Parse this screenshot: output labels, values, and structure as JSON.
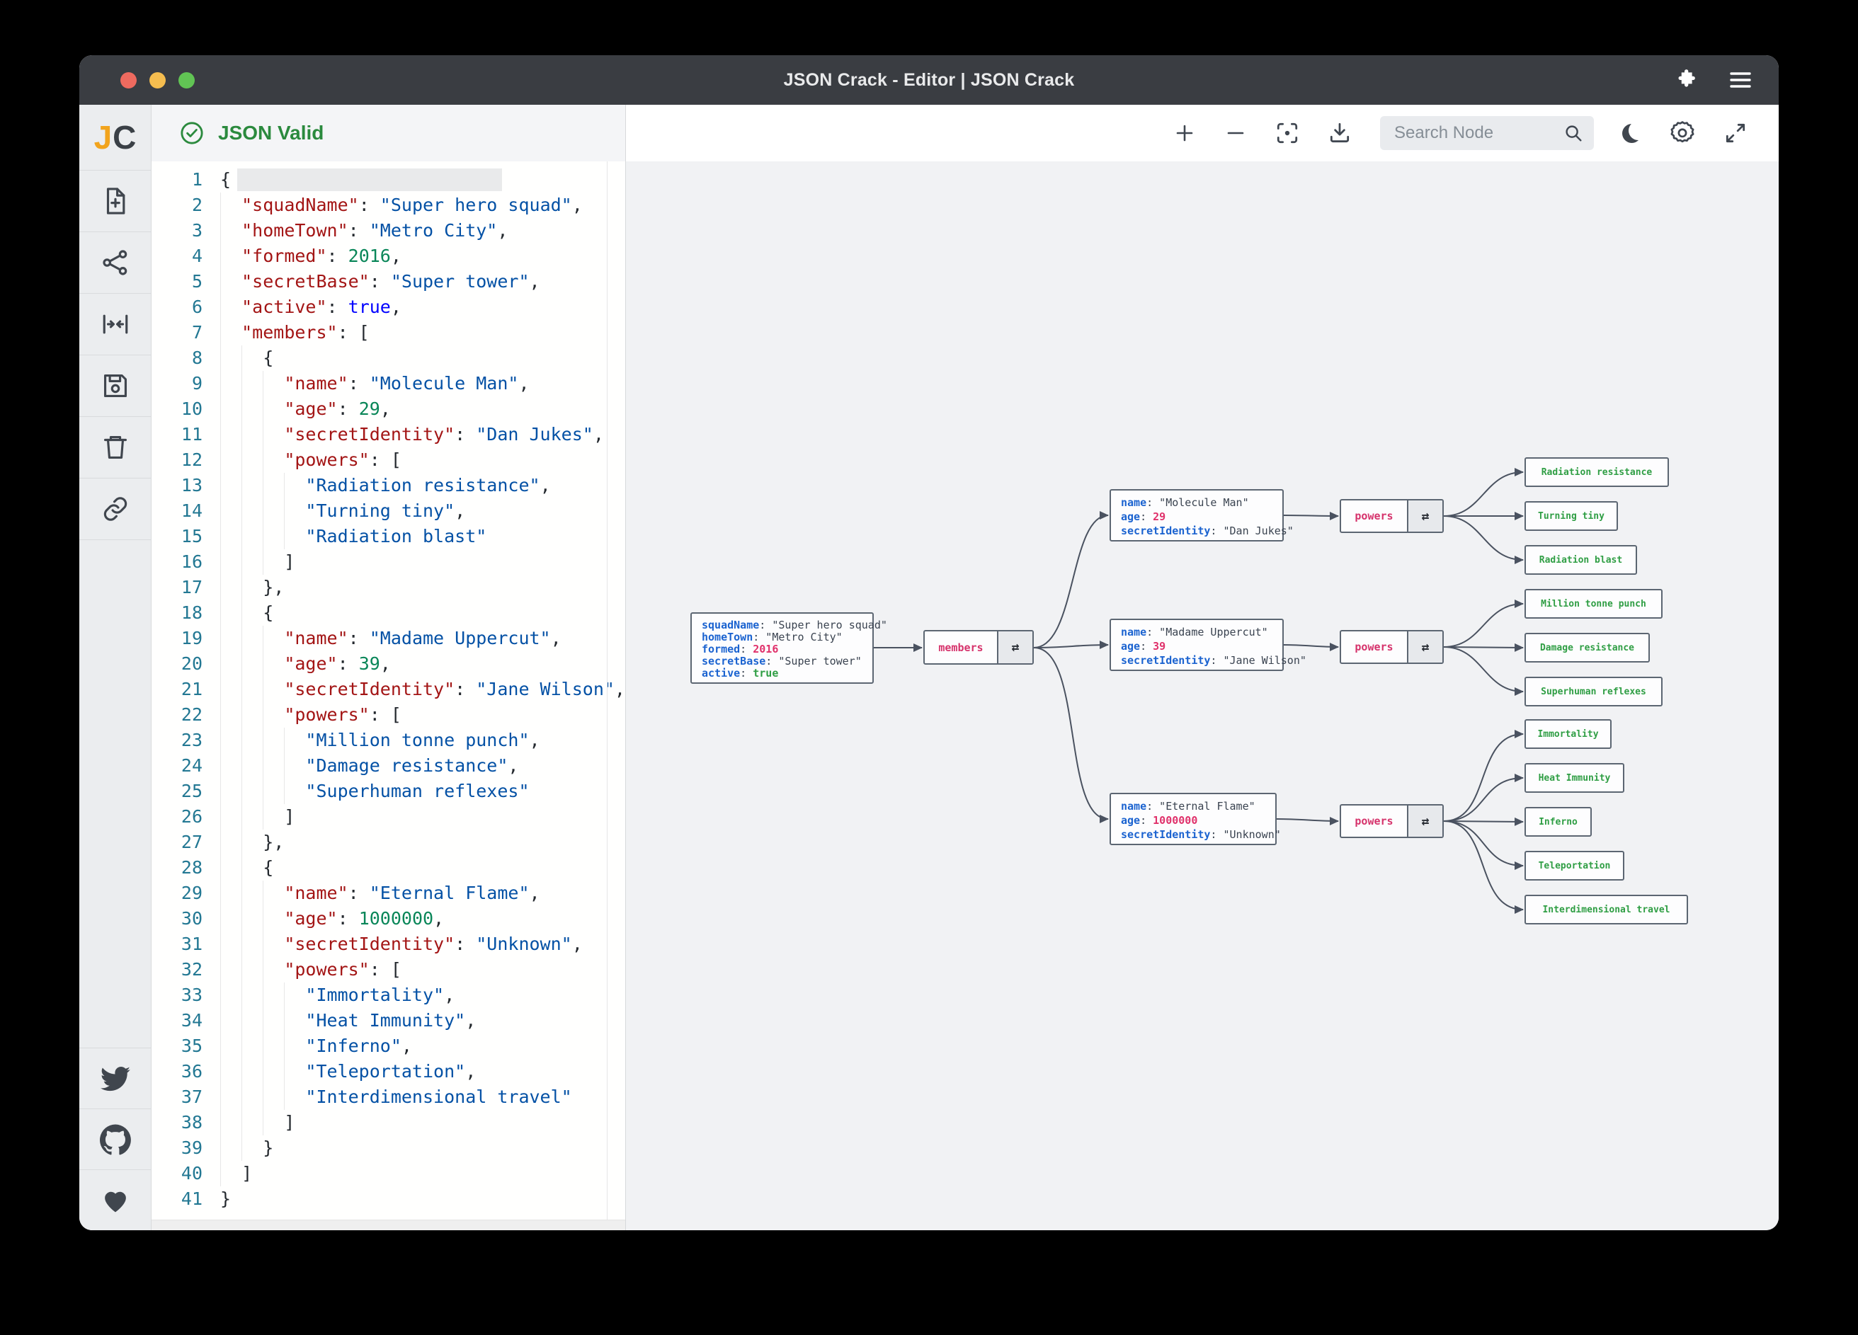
{
  "window": {
    "title": "JSON Crack - Editor | JSON Crack",
    "titlebar_icons": [
      "extension-puzzle-icon",
      "menu-icon"
    ],
    "traffic_lights": [
      "close",
      "minimize",
      "zoom"
    ]
  },
  "sidebar": {
    "logo": {
      "j": "J",
      "c": "C"
    },
    "icons": [
      "new-document",
      "share-graph",
      "center-view",
      "save",
      "delete",
      "link"
    ],
    "bottom_icons": [
      "twitter",
      "github",
      "sponsor-heart"
    ]
  },
  "editor": {
    "status": "JSON Valid",
    "status_icon": "check-circle",
    "lines": [
      [
        [
          "p",
          "{"
        ]
      ],
      [
        [
          "p",
          "  "
        ],
        [
          "k",
          "\"squadName\""
        ],
        [
          "p",
          ": "
        ],
        [
          "s",
          "\"Super hero squad\""
        ],
        [
          "p",
          ","
        ]
      ],
      [
        [
          "p",
          "  "
        ],
        [
          "k",
          "\"homeTown\""
        ],
        [
          "p",
          ": "
        ],
        [
          "s",
          "\"Metro City\""
        ],
        [
          "p",
          ","
        ]
      ],
      [
        [
          "p",
          "  "
        ],
        [
          "k",
          "\"formed\""
        ],
        [
          "p",
          ": "
        ],
        [
          "n",
          "2016"
        ],
        [
          "p",
          ","
        ]
      ],
      [
        [
          "p",
          "  "
        ],
        [
          "k",
          "\"secretBase\""
        ],
        [
          "p",
          ": "
        ],
        [
          "s",
          "\"Super tower\""
        ],
        [
          "p",
          ","
        ]
      ],
      [
        [
          "p",
          "  "
        ],
        [
          "k",
          "\"active\""
        ],
        [
          "p",
          ": "
        ],
        [
          "b",
          "true"
        ],
        [
          "p",
          ","
        ]
      ],
      [
        [
          "p",
          "  "
        ],
        [
          "k",
          "\"members\""
        ],
        [
          "p",
          ": ["
        ]
      ],
      [
        [
          "p",
          "    {"
        ]
      ],
      [
        [
          "p",
          "      "
        ],
        [
          "k",
          "\"name\""
        ],
        [
          "p",
          ": "
        ],
        [
          "s",
          "\"Molecule Man\""
        ],
        [
          "p",
          ","
        ]
      ],
      [
        [
          "p",
          "      "
        ],
        [
          "k",
          "\"age\""
        ],
        [
          "p",
          ": "
        ],
        [
          "n",
          "29"
        ],
        [
          "p",
          ","
        ]
      ],
      [
        [
          "p",
          "      "
        ],
        [
          "k",
          "\"secretIdentity\""
        ],
        [
          "p",
          ": "
        ],
        [
          "s",
          "\"Dan Jukes\""
        ],
        [
          "p",
          ","
        ]
      ],
      [
        [
          "p",
          "      "
        ],
        [
          "k",
          "\"powers\""
        ],
        [
          "p",
          ": ["
        ]
      ],
      [
        [
          "p",
          "        "
        ],
        [
          "s",
          "\"Radiation resistance\""
        ],
        [
          "p",
          ","
        ]
      ],
      [
        [
          "p",
          "        "
        ],
        [
          "s",
          "\"Turning tiny\""
        ],
        [
          "p",
          ","
        ]
      ],
      [
        [
          "p",
          "        "
        ],
        [
          "s",
          "\"Radiation blast\""
        ]
      ],
      [
        [
          "p",
          "      ]"
        ]
      ],
      [
        [
          "p",
          "    },"
        ]
      ],
      [
        [
          "p",
          "    {"
        ]
      ],
      [
        [
          "p",
          "      "
        ],
        [
          "k",
          "\"name\""
        ],
        [
          "p",
          ": "
        ],
        [
          "s",
          "\"Madame Uppercut\""
        ],
        [
          "p",
          ","
        ]
      ],
      [
        [
          "p",
          "      "
        ],
        [
          "k",
          "\"age\""
        ],
        [
          "p",
          ": "
        ],
        [
          "n",
          "39"
        ],
        [
          "p",
          ","
        ]
      ],
      [
        [
          "p",
          "      "
        ],
        [
          "k",
          "\"secretIdentity\""
        ],
        [
          "p",
          ": "
        ],
        [
          "s",
          "\"Jane Wilson\""
        ],
        [
          "p",
          ","
        ]
      ],
      [
        [
          "p",
          "      "
        ],
        [
          "k",
          "\"powers\""
        ],
        [
          "p",
          ": ["
        ]
      ],
      [
        [
          "p",
          "        "
        ],
        [
          "s",
          "\"Million tonne punch\""
        ],
        [
          "p",
          ","
        ]
      ],
      [
        [
          "p",
          "        "
        ],
        [
          "s",
          "\"Damage resistance\""
        ],
        [
          "p",
          ","
        ]
      ],
      [
        [
          "p",
          "        "
        ],
        [
          "s",
          "\"Superhuman reflexes\""
        ]
      ],
      [
        [
          "p",
          "      ]"
        ]
      ],
      [
        [
          "p",
          "    },"
        ]
      ],
      [
        [
          "p",
          "    {"
        ]
      ],
      [
        [
          "p",
          "      "
        ],
        [
          "k",
          "\"name\""
        ],
        [
          "p",
          ": "
        ],
        [
          "s",
          "\"Eternal Flame\""
        ],
        [
          "p",
          ","
        ]
      ],
      [
        [
          "p",
          "      "
        ],
        [
          "k",
          "\"age\""
        ],
        [
          "p",
          ": "
        ],
        [
          "n",
          "1000000"
        ],
        [
          "p",
          ","
        ]
      ],
      [
        [
          "p",
          "      "
        ],
        [
          "k",
          "\"secretIdentity\""
        ],
        [
          "p",
          ": "
        ],
        [
          "s",
          "\"Unknown\""
        ],
        [
          "p",
          ","
        ]
      ],
      [
        [
          "p",
          "      "
        ],
        [
          "k",
          "\"powers\""
        ],
        [
          "p",
          ": ["
        ]
      ],
      [
        [
          "p",
          "        "
        ],
        [
          "s",
          "\"Immortality\""
        ],
        [
          "p",
          ","
        ]
      ],
      [
        [
          "p",
          "        "
        ],
        [
          "s",
          "\"Heat Immunity\""
        ],
        [
          "p",
          ","
        ]
      ],
      [
        [
          "p",
          "        "
        ],
        [
          "s",
          "\"Inferno\""
        ],
        [
          "p",
          ","
        ]
      ],
      [
        [
          "p",
          "        "
        ],
        [
          "s",
          "\"Teleportation\""
        ],
        [
          "p",
          ","
        ]
      ],
      [
        [
          "p",
          "        "
        ],
        [
          "s",
          "\"Interdimensional travel\""
        ]
      ],
      [
        [
          "p",
          "      ]"
        ]
      ],
      [
        [
          "p",
          "    }"
        ]
      ],
      [
        [
          "p",
          "  ]"
        ]
      ],
      [
        [
          "p",
          "}"
        ]
      ]
    ]
  },
  "toolbar": {
    "icons": [
      "zoom-in",
      "zoom-out",
      "center-focus",
      "download",
      "dark-mode-moon",
      "settings-gear",
      "fullscreen"
    ],
    "search_placeholder": "Search Node"
  },
  "graph": {
    "collapse_icon": "⇄",
    "root": {
      "rows": [
        {
          "k": "squadName",
          "sep": ": ",
          "v": "\"Super hero squad\""
        },
        {
          "k": "homeTown",
          "sep": ": ",
          "v": "\"Metro City\""
        },
        {
          "k": "formed",
          "sep": ": ",
          "v": "2016"
        },
        {
          "k": "secretBase",
          "sep": ": ",
          "v": "\"Super tower\""
        },
        {
          "k": "active",
          "sep": ": ",
          "v": "true"
        }
      ]
    },
    "members_label": "members",
    "members": [
      {
        "rows": [
          {
            "k": "name",
            "sep": ": ",
            "v": "\"Molecule Man\""
          },
          {
            "k": "age",
            "sep": ": ",
            "v": "29"
          },
          {
            "k": "secretIdentity",
            "sep": ": ",
            "v": "\"Dan Jukes\""
          }
        ]
      },
      {
        "rows": [
          {
            "k": "name",
            "sep": ": ",
            "v": "\"Madame Uppercut\""
          },
          {
            "k": "age",
            "sep": ": ",
            "v": "39"
          },
          {
            "k": "secretIdentity",
            "sep": ": ",
            "v": "\"Jane Wilson\""
          }
        ]
      },
      {
        "rows": [
          {
            "k": "name",
            "sep": ": ",
            "v": "\"Eternal Flame\""
          },
          {
            "k": "age",
            "sep": ": ",
            "v": "1000000"
          },
          {
            "k": "secretIdentity",
            "sep": ": ",
            "v": "\"Unknown\""
          }
        ]
      }
    ],
    "powers_label": "powers",
    "powers": [
      {
        "items": [
          "Radiation resistance",
          "Turning tiny",
          "Radiation blast"
        ]
      },
      {
        "items": [
          "Million tonne punch",
          "Damage resistance",
          "Superhuman reflexes"
        ]
      },
      {
        "items": [
          "Immortality",
          "Heat Immunity",
          "Inferno",
          "Teleportation",
          "Interdimensional travel"
        ]
      }
    ]
  },
  "colors": {
    "valid_green": "#2b8a3e",
    "node_key_blue": "#1b63d0",
    "node_number_pink": "#e0316b",
    "node_parent_pink": "#d6336c",
    "node_leaf_green": "#2f9e44",
    "code_key": "#a31515",
    "code_string": "#0451a5",
    "code_number": "#098658",
    "titlebar": "#3a3d42"
  }
}
